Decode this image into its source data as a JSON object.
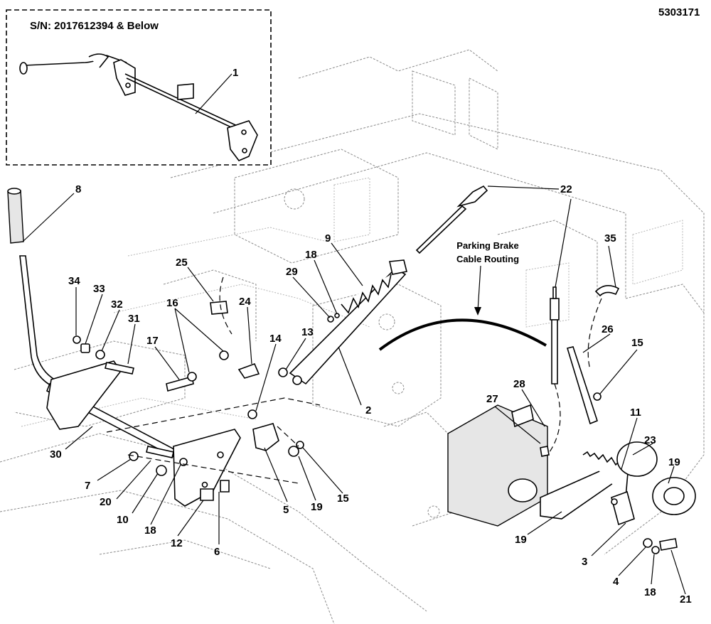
{
  "drawing_number": "5303171",
  "inset": {
    "title": "S/N: 2017612394 & Below"
  },
  "routing_label": {
    "line1": "Parking Brake",
    "line2": "Cable Routing"
  },
  "callouts": [
    {
      "id": "c1",
      "label": "1"
    },
    {
      "id": "c8",
      "label": "8"
    },
    {
      "id": "c22",
      "label": "22"
    },
    {
      "id": "c22b",
      "label": "22"
    },
    {
      "id": "c9",
      "label": "9"
    },
    {
      "id": "c35",
      "label": "35"
    },
    {
      "id": "c18a",
      "label": "18"
    },
    {
      "id": "c29",
      "label": "29"
    },
    {
      "id": "c25",
      "label": "25"
    },
    {
      "id": "c34",
      "label": "34"
    },
    {
      "id": "c33",
      "label": "33"
    },
    {
      "id": "c32",
      "label": "32"
    },
    {
      "id": "c16",
      "label": "16"
    },
    {
      "id": "c24",
      "label": "24"
    },
    {
      "id": "c31",
      "label": "31"
    },
    {
      "id": "c17",
      "label": "17"
    },
    {
      "id": "c13",
      "label": "13"
    },
    {
      "id": "c26",
      "label": "26"
    },
    {
      "id": "c15a",
      "label": "15"
    },
    {
      "id": "c14",
      "label": "14"
    },
    {
      "id": "c2",
      "label": "2"
    },
    {
      "id": "c28",
      "label": "28"
    },
    {
      "id": "c27",
      "label": "27"
    },
    {
      "id": "c11",
      "label": "11"
    },
    {
      "id": "c30",
      "label": "30"
    },
    {
      "id": "c23",
      "label": "23"
    },
    {
      "id": "c19a",
      "label": "19"
    },
    {
      "id": "c7",
      "label": "7"
    },
    {
      "id": "c20",
      "label": "20"
    },
    {
      "id": "c10",
      "label": "10"
    },
    {
      "id": "c5",
      "label": "5"
    },
    {
      "id": "c19b",
      "label": "19"
    },
    {
      "id": "c15b",
      "label": "15"
    },
    {
      "id": "c18b",
      "label": "18"
    },
    {
      "id": "c12",
      "label": "12"
    },
    {
      "id": "c6",
      "label": "6"
    },
    {
      "id": "c19c",
      "label": "19"
    },
    {
      "id": "c3",
      "label": "3"
    },
    {
      "id": "c4",
      "label": "4"
    },
    {
      "id": "c18c",
      "label": "18"
    },
    {
      "id": "c21",
      "label": "21"
    }
  ]
}
